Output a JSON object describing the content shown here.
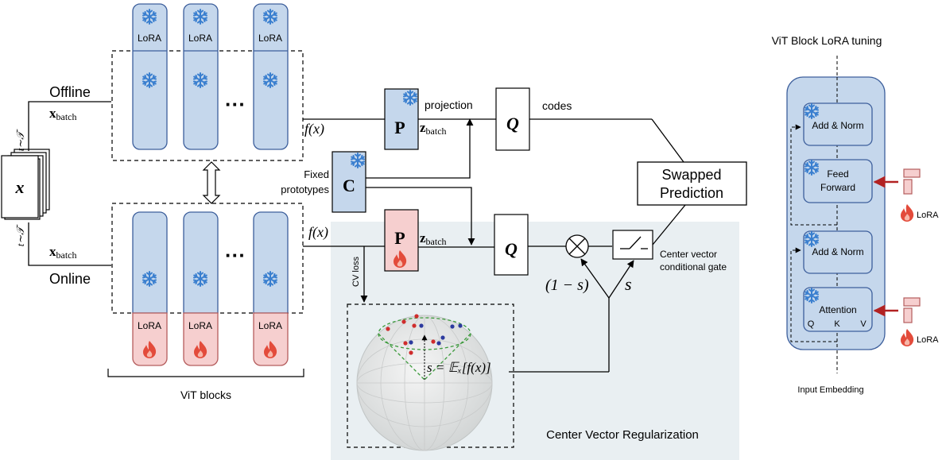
{
  "labels": {
    "x_input": "x",
    "t_sampling": "t∼𝒯",
    "offline": "Offline",
    "online": "Online",
    "x_batch": "x",
    "x_batch_sub": "batch",
    "f_x": "f(x)",
    "P": "P",
    "z_batch": "z",
    "z_batch_sub": "batch",
    "projection": "projection",
    "Q": "Q",
    "codes": "codes",
    "C": "C",
    "fixed_line1": "Fixed",
    "fixed_line2": "prototypes",
    "swapped_line1": "Swapped",
    "swapped_line2": "Prediction",
    "one_minus_s": "(1 − s)",
    "s": "s",
    "gate_line1": "Center vector",
    "gate_line2": "conditional gate",
    "cv_loss": "CV loss",
    "s_formula": "s = 𝔼ₓ[f(x)]",
    "cv_region": "Center Vector Regularization",
    "lora": "LoRA",
    "dots": "···",
    "vit_blocks": "ViT blocks",
    "vit_block_title": "ViT Block LoRA tuning",
    "add_norm": "Add & Norm",
    "feed": "Feed",
    "forward": "Forward",
    "attention": "Attention",
    "q": "Q",
    "k": "K",
    "v": "V",
    "input_embedding": "Input Embedding"
  },
  "colors": {
    "frozen_fill": "#c5d7ec",
    "frozen_stroke": "#3d5f9c",
    "trainable_fill": "#f6cfcf",
    "trainable_stroke": "#b55d5d",
    "region_bg": "#e9eff2",
    "arrow_red": "#b22222",
    "snowflake": "#3a7fcf",
    "flame": "#e34b3b"
  },
  "icons": [
    "snowflake-icon",
    "flame-icon",
    "lora-adapter-icon",
    "sphere-icon",
    "multiply-icon",
    "switch-icon"
  ]
}
